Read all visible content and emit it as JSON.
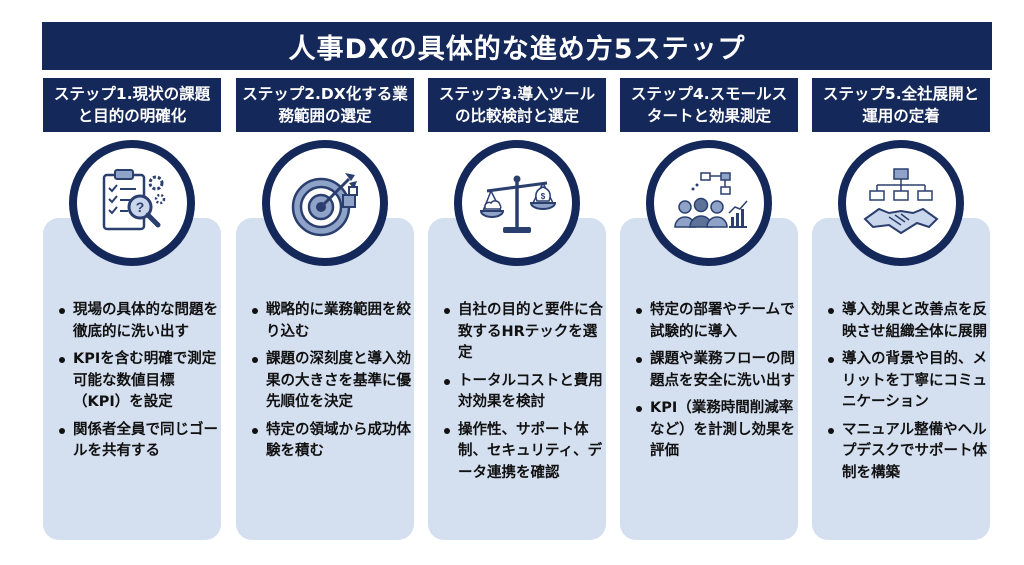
{
  "title": "人事DXの具体的な進め方5ステップ",
  "steps": [
    {
      "header": "ステップ1.現状の課題と目的の明確化",
      "icon": "clipboard-magnifier-icon",
      "bullets": [
        "現場の具体的な問題を徹底的に洗い出す",
        "KPIを含む明確で測定可能な数値目標（KPI）を設定",
        "関係者全員で同じゴールを共有する"
      ]
    },
    {
      "header": "ステップ2.DX化する業務範囲の選定",
      "icon": "target-arrow-icon",
      "bullets": [
        "戦略的に業務範囲を絞り込む",
        "課題の深刻度と導入効果の大きさを基準に優先順位を決定",
        "特定の領域から成功体験を積む"
      ]
    },
    {
      "header": "ステップ3.導入ツールの比較検討と選定",
      "icon": "balance-scale-icon",
      "bullets": [
        "自社の目的と要件に合致するHRテックを選定",
        "トータルコストと費用対効果を検討",
        "操作性、サポート体制、セキュリティ、データ連携を確認"
      ]
    },
    {
      "header": "ステップ4.スモールスタートと効果測定",
      "icon": "team-chart-icon",
      "bullets": [
        "特定の部署やチームで試験的に導入",
        "課題や業務フローの問題点を安全に洗い出す",
        "KPI（業務時間削減率など）を計測し効果を評価"
      ]
    },
    {
      "header": "ステップ5.全社展開と運用の定着",
      "icon": "org-chart-handshake-icon",
      "bullets": [
        "導入効果と改善点を反映させ組織全体に展開",
        "導入の背景や目的、メリットを丁寧にコミュニケーション",
        "マニュアル整備やヘルプデスクでサポート体制を構築"
      ]
    }
  ]
}
